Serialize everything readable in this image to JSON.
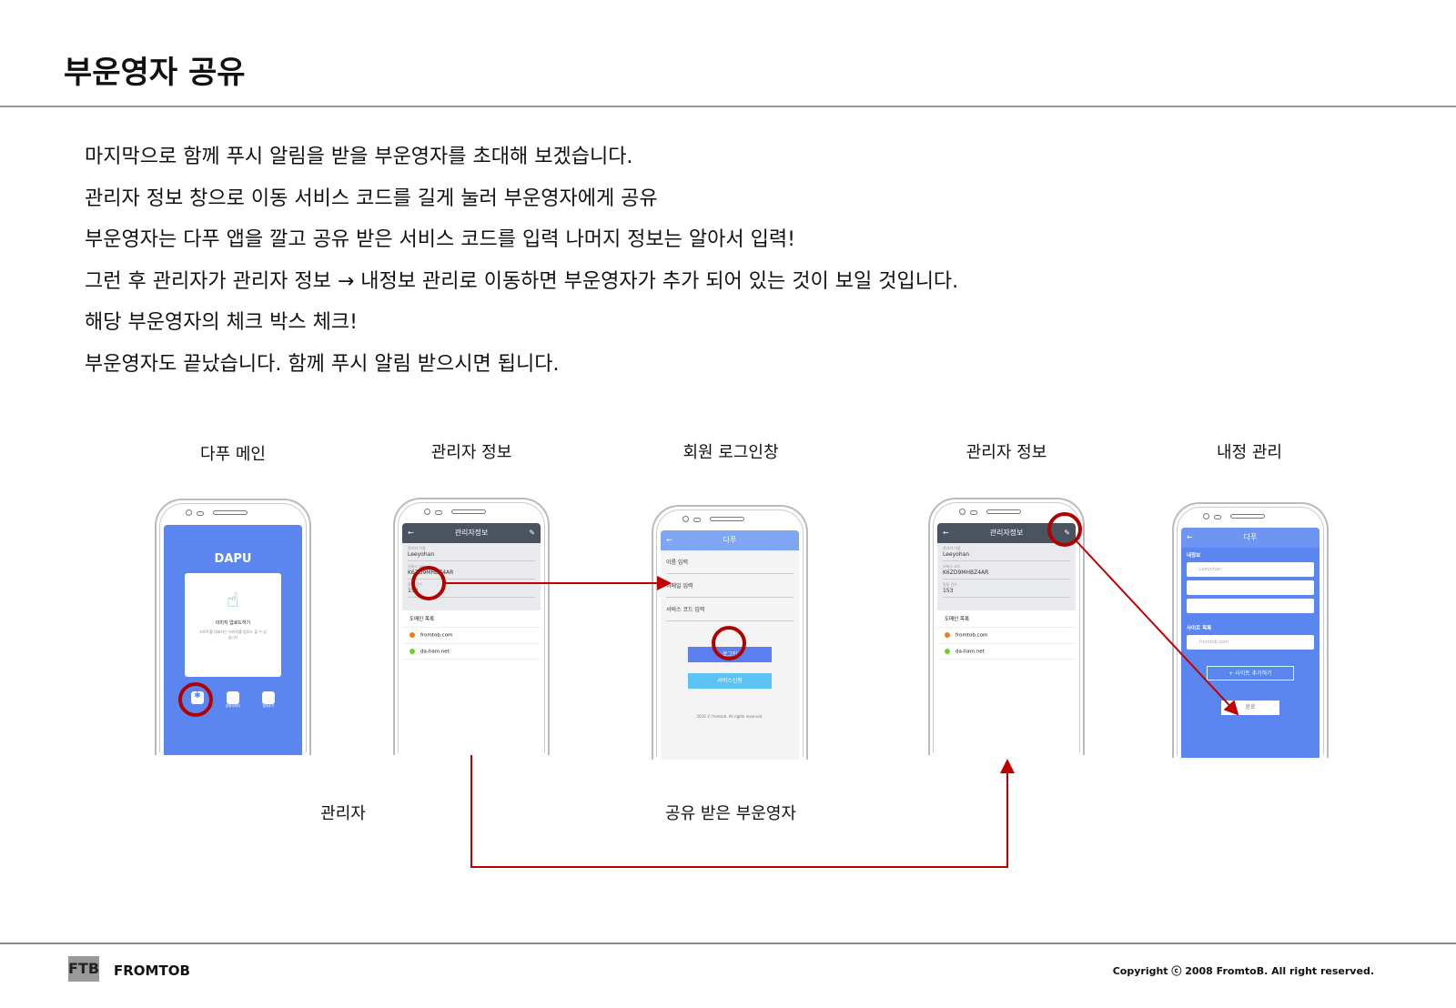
{
  "title": "부운영자 공유",
  "instructions": [
    "마지막으로 함께 푸시 알림을 받을 부운영자를 초대해 보겠습니다.",
    "관리자 정보 창으로 이동 서비스 코드를 길게 눌러 부운영자에게 공유",
    "부운영자는 다푸 앱을 깔고 공유 받은 서비스 코드를 입력 나머지 정보는 알아서 입력!",
    "그런 후 관리자가 관리자 정보 → 내정보 관리로 이동하면 부운영자가 추가 되어 있는 것이 보일  것입니다.",
    "해당 부운영자의 체크 박스 체크!",
    "부운영자도 끝났습니다.  함께 푸시 알림 받으시면 됩니다."
  ],
  "screen_labels": [
    "다푸 메인",
    "관리자 정보",
    "회원 로그인창",
    "관리자 정보",
    "내정 관리"
  ],
  "group_labels": {
    "admin": "관리자",
    "sub": "공유 받은 부운영자"
  },
  "screens": {
    "main": {
      "logo": "DAPU",
      "card_title": "이미지 업로드하기",
      "card_desc": "사이트를 대표하는 이미지를 업로드 할 수 있습니다",
      "icon_labels": [
        "알림메세지",
        "알림추가"
      ]
    },
    "admin": {
      "title": "관리자정보",
      "name_label": "관리자 이름",
      "name": "Leeyohan",
      "code_label": "서비스 코드",
      "code": "K6ZD9MHBZ4AR",
      "count_label": "알림 건수",
      "count": "153",
      "domains_title": "도메인 목록",
      "domains": [
        "fromtob.com",
        "da-ham.net"
      ]
    },
    "login": {
      "title": "다푸",
      "fields": [
        "이름 입력",
        "이메일 입력",
        "서비스 코드 입력"
      ],
      "login": "로그인",
      "signup": "서비스신청",
      "footer": "2016 © fromtob. All rights reserved."
    },
    "myinfo": {
      "title": "다푸",
      "section1": "내정보",
      "name": "Leeyohan",
      "section2": "사이트 목록",
      "site": "fromtob.com",
      "add": "+ 사이트 추가하기",
      "done": "완료"
    }
  },
  "footer": {
    "logo": "FTB",
    "brand": "FROMTOB",
    "copyright": "Copyright ⓒ 2008 FromtoB. All right reserved."
  },
  "colors": {
    "blue": "#5b86ef",
    "dark": "#4b5360",
    "red": "#c00000"
  }
}
